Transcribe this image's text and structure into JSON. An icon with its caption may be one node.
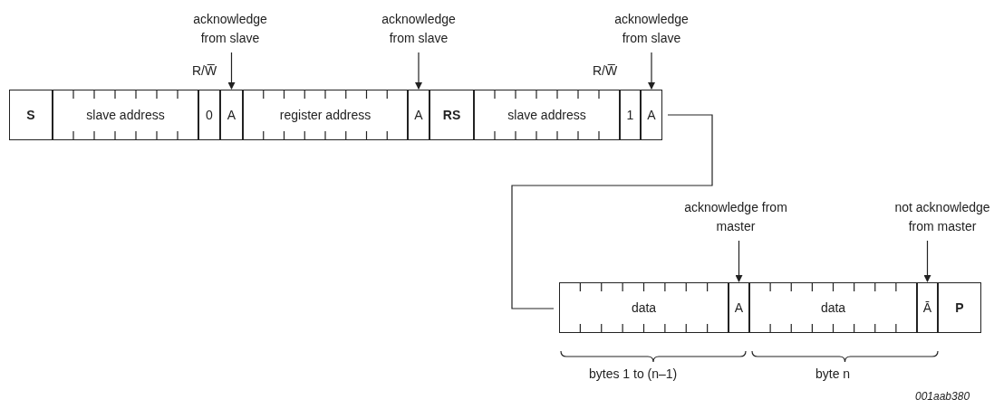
{
  "diagram": {
    "nodes": [
      {
        "text": [
          "acknowledge from slave"
        ]
      },
      {
        "text": [
          "acknowledge from slave"
        ]
      },
      {
        "text": [
          "acknowledge from slave"
        ]
      },
      {
        "text": [
          "S"
        ]
      },
      {
        "text": [
          "slave address"
        ]
      },
      {
        "text": [
          "0"
        ]
      },
      {
        "text": [
          "A"
        ]
      },
      {
        "text": [
          "register address"
        ]
      },
      {
        "text": [
          "A"
        ]
      },
      {
        "text": [
          "RS"
        ]
      },
      {
        "text": [
          "slave address"
        ]
      },
      {
        "text": [
          "1"
        ]
      },
      {
        "text": [
          "A"
        ]
      },
      {
        "text": [
          "acknowledge from master"
        ]
      },
      {
        "text": [
          "not acknowledge from master"
        ]
      },
      {
        "text": [
          "data"
        ]
      },
      {
        "text": [
          "A"
        ]
      },
      {
        "text": [
          "data"
        ]
      },
      {
        "text": [
          "Ā"
        ]
      },
      {
        "text": [
          "P"
        ]
      }
    ],
    "edges": [
      {
        "from": 0,
        "to": 6,
        "arrow": "to"
      },
      {
        "from": 1,
        "to": 8,
        "arrow": "to"
      },
      {
        "from": 2,
        "to": 12,
        "arrow": "to"
      },
      {
        "from": 12,
        "to": 15,
        "arrow": "none"
      },
      {
        "from": 13,
        "to": 16,
        "arrow": "to"
      },
      {
        "from": 14,
        "to": 18,
        "arrow": "to"
      }
    ],
    "labels": [
      "R/W̅",
      "R/W̅",
      "bytes 1 to (n–1)",
      "byte n",
      "001aab380"
    ]
  }
}
